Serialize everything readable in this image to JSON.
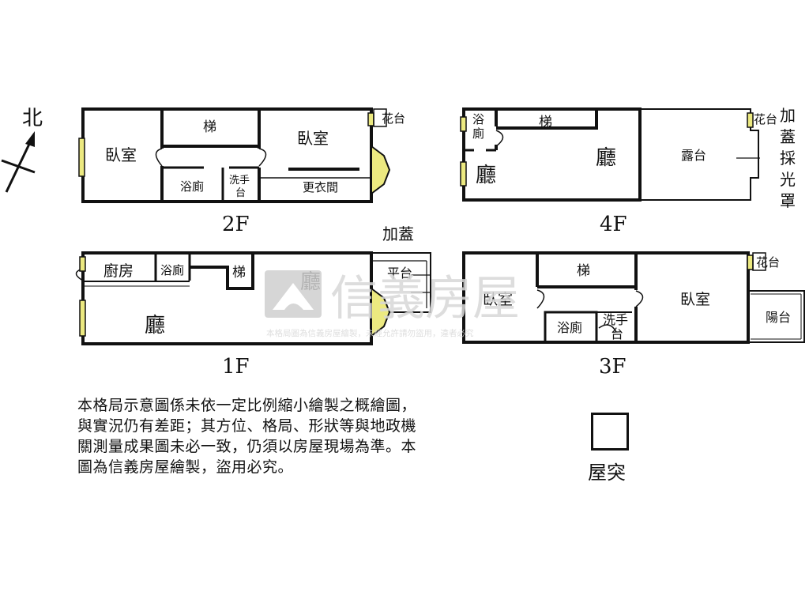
{
  "compass": {
    "label": "北"
  },
  "floors": {
    "f2": {
      "title": "2F",
      "rooms": {
        "bedroom_left": "臥室",
        "stairs": "梯",
        "bedroom_right": "臥室",
        "bath": "浴廁",
        "wash1": "洗手",
        "wash2": "台",
        "closet": "更衣間",
        "flower": "花台"
      }
    },
    "f4": {
      "title": "4F",
      "rooms": {
        "bath1": "浴",
        "bath2": "廁",
        "stairs": "梯",
        "hall_left": "廳",
        "hall_center": "廳",
        "terrace": "露台",
        "flower": "花台",
        "canopy": [
          "加",
          "蓋",
          "採",
          "光",
          "罩"
        ]
      }
    },
    "f1": {
      "title": "1F",
      "rooms": {
        "kitchen": "廚房",
        "bath": "浴廁",
        "stairs": "梯",
        "hall_top": "廳",
        "hall_main": "廳",
        "addon": "加蓋",
        "platform": "平台"
      }
    },
    "f3": {
      "title": "3F",
      "rooms": {
        "stairs": "梯",
        "bedroom_left": "臥室",
        "bedroom_right": "臥室",
        "bath": "浴廁",
        "wash1": "洗手",
        "wash2": "台",
        "flower": "花台",
        "balcony": "陽台"
      }
    }
  },
  "watermark": {
    "brand": "信義房屋",
    "notice": "本格局圖為信義房屋繪製，未經允許請勿盜用，違者必究"
  },
  "note": "本格局示意圖係未依一定比例縮小繪製之概繪圖，與實況仍有差距；其方位、格局、形狀等與地政機關測量成果圖未必一致，仍須以房屋現場為準。本圖為信義房屋繪製，盜用必究。",
  "chimney": {
    "label": "屋突"
  }
}
